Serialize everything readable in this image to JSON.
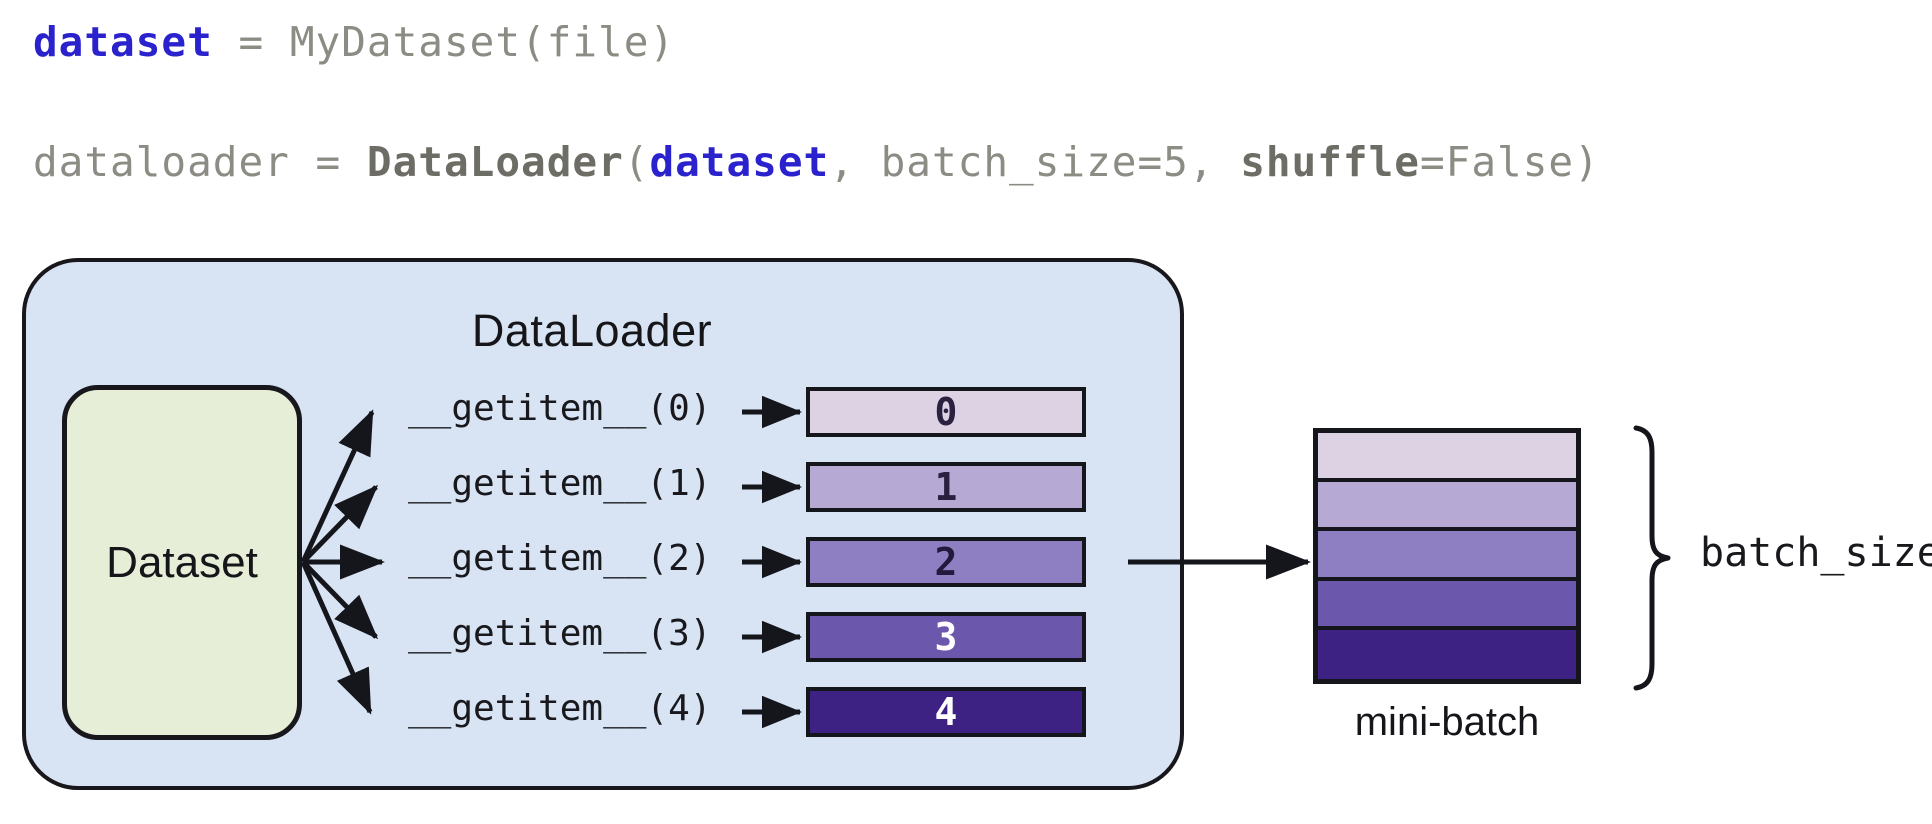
{
  "code": {
    "line1": {
      "var": "dataset",
      "mid": " = MyDataset(file)"
    },
    "line2": {
      "lead": "dataloader = ",
      "fn": "DataLoader",
      "open": "(",
      "arg": "dataset",
      "comma": ", batch_size=5, ",
      "kw": "shuffle",
      "tail": "=False)"
    }
  },
  "diagram": {
    "container_title": "DataLoader",
    "dataset_label": "Dataset",
    "minibatch_label": "mini-batch",
    "batch_size_label": "batch_size",
    "getitem_calls": [
      "__getitem__(0)",
      "__getitem__(1)",
      "__getitem__(2)",
      "__getitem__(3)",
      "__getitem__(4)"
    ],
    "samples": [
      {
        "index": "0",
        "color": "#ddd2e4",
        "text_color": "#2a2040"
      },
      {
        "index": "1",
        "color": "#b6aad4",
        "text_color": "#2a2040"
      },
      {
        "index": "2",
        "color": "#8d7fc2",
        "text_color": "#211a3d"
      },
      {
        "index": "3",
        "color": "#6b57ab",
        "text_color": "#ffffff"
      },
      {
        "index": "4",
        "color": "#3d2183",
        "text_color": "#ffffff"
      }
    ],
    "colors": {
      "container_fill": "#d8e4f3",
      "dataset_fill": "#e6eed8",
      "stroke": "#17171c",
      "code_gray": "#8c8c84",
      "code_blue": "#2a22cc"
    }
  }
}
